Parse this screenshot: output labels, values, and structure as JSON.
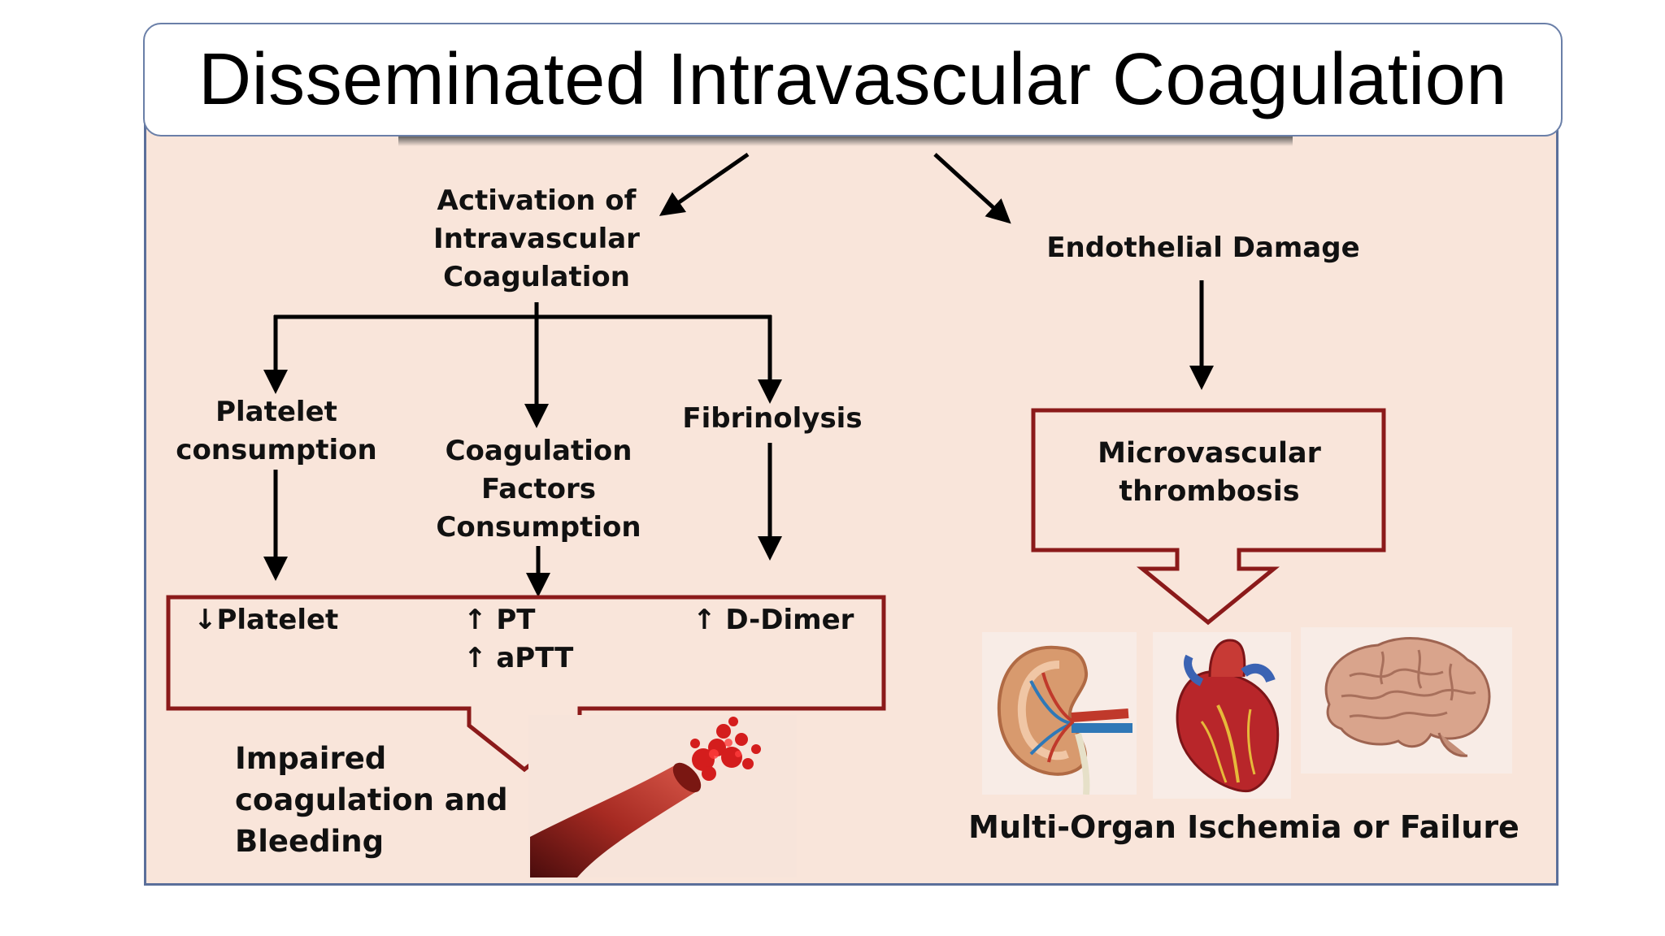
{
  "title": "Disseminated Intravascular Coagulation",
  "nodes": {
    "activation": [
      "Activation of",
      "Intravascular",
      "Coagulation"
    ],
    "endothelial": "Endothelial Damage",
    "platelet_consumption": [
      "Platelet",
      "consumption"
    ],
    "factors_consumption": [
      "Coagulation",
      "Factors",
      "Consumption"
    ],
    "fibrinolysis": "Fibrinolysis",
    "microvascular": [
      "Microvascular",
      "thrombosis"
    ],
    "impaired": [
      "Impaired",
      "coagulation and",
      "Bleeding"
    ],
    "multi_organ": "Multi-Organ Ischemia or Failure"
  },
  "lab_results": {
    "platelet": "↓Platelet",
    "pt": "↑ PT",
    "aptt": "↑ aPTT",
    "ddimer": "↑ D-Dimer"
  },
  "images": [
    "kidney-icon",
    "heart-icon",
    "brain-icon",
    "bleeding-vessel-icon"
  ],
  "colors": {
    "panel_bg": "#f9e5da",
    "box_border": "#8b1a1a",
    "arrow": "#000000",
    "panel_border": "#5b6f9a"
  }
}
